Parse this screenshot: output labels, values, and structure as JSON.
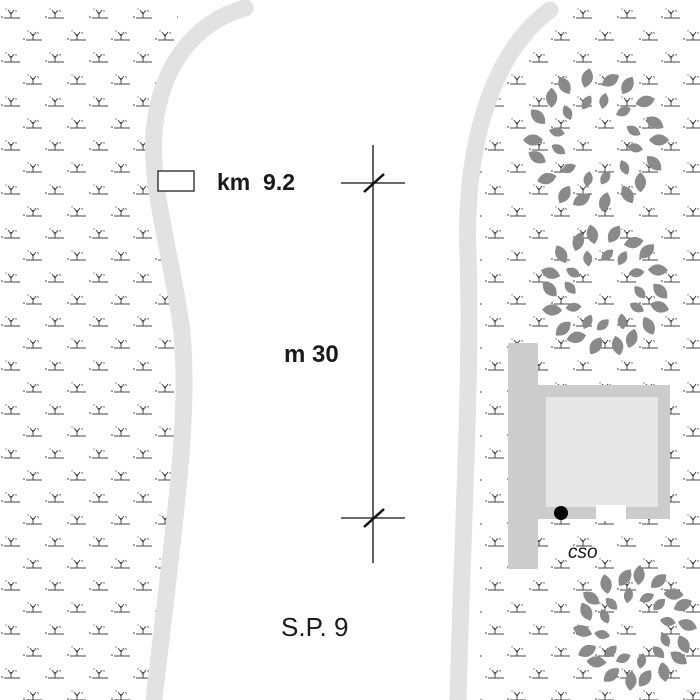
{
  "labels": {
    "km_marker": "km  9.2",
    "distance": "m 30",
    "road_name": "S.P. 9",
    "cso": "cso"
  },
  "colors": {
    "road_edge": "#e2e2e2",
    "building_wall": "#cccccc",
    "building_fill": "#e6e6e6",
    "tree_leaf": "#8a8a8a",
    "grass_symbol": "#444444",
    "dimension_line": "#111111",
    "outlet_dot": "#000000"
  },
  "icons": {
    "grass": "grass-tuft-symbol",
    "tree": "tree-canopy-symbol",
    "marker": "kilometer-marker-box",
    "outlet": "discharge-point-dot"
  }
}
